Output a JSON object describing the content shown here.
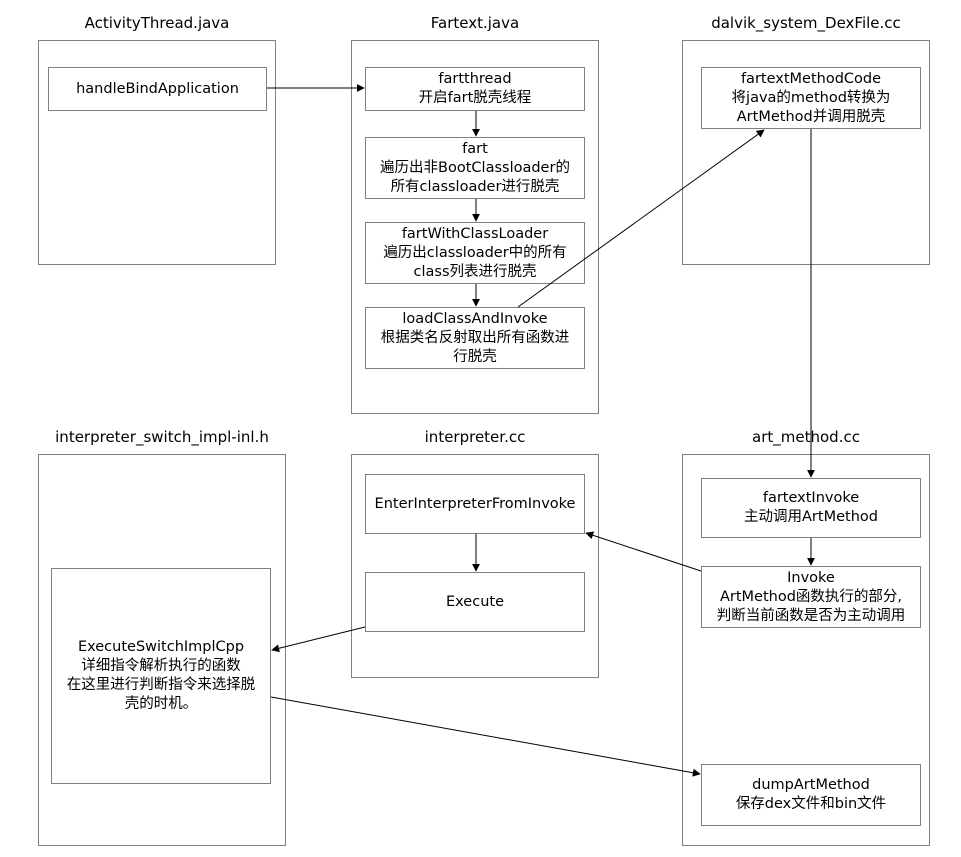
{
  "titles": {
    "activity_thread": "ActivityThread.java",
    "fartext": "Fartext.java",
    "dexfile": "dalvik_system_DexFile.cc",
    "switch_impl": "interpreter_switch_impl-inl.h",
    "interpreter": "interpreter.cc",
    "art_method": "art_method.cc"
  },
  "nodes": {
    "handle_bind_application": "handleBindApplication",
    "fartthread": "fartthread\n开启fart脱壳线程",
    "fart": "fart\n遍历出非BootClassloader的\n所有classloader进行脱壳",
    "fart_with_classloader": "fartWithClassLoader\n遍历出classloader中的所有\nclass列表进行脱壳",
    "load_class_and_invoke": "loadClassAndInvoke\n根据类名反射取出所有函数进\n行脱壳",
    "fartext_method_code": "fartextMethodCode\n将java的method转换为\nArtMethod并调用脱壳",
    "enter_interpreter": "EnterInterpreterFromInvoke",
    "execute": "Execute",
    "fartext_invoke": "fartextInvoke\n主动调用ArtMethod",
    "invoke": "Invoke\nArtMethod函数执行的部分,\n判断当前函数是否为主动调用",
    "execute_switch_impl": "ExecuteSwitchImplCpp\n详细指令解析执行的函数\n在这里进行判断指令来选择脱\n壳的时机。",
    "dump_art_method": "dumpArtMethod\n保存dex文件和bin文件"
  },
  "colors": {
    "border": "#808080",
    "edge": "#000000"
  }
}
